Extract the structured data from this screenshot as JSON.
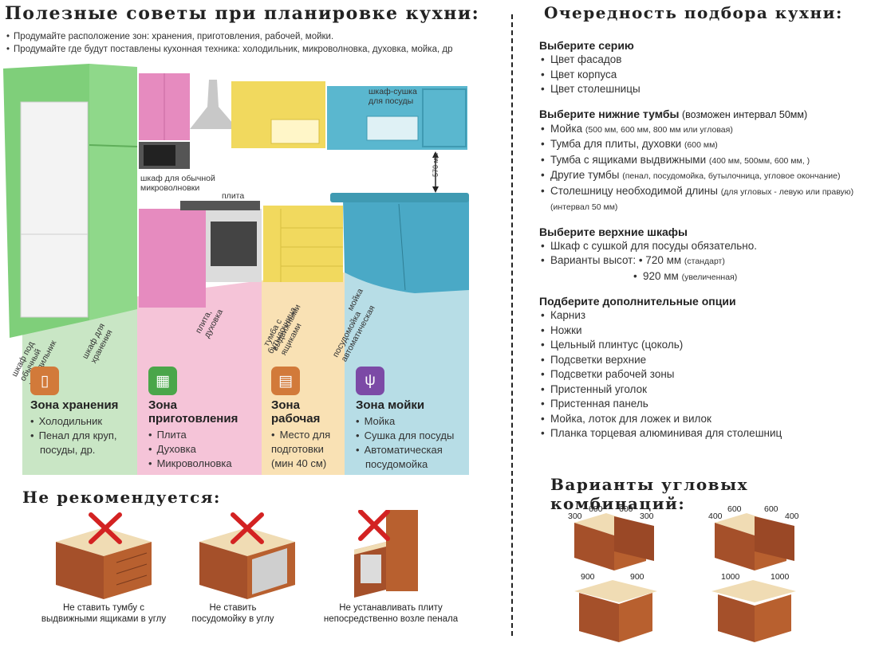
{
  "left": {
    "title": "Полезные советы при планировке кухни:",
    "tips": [
      "Продумайте расположение зон:  хранения,  приготовления,  рабочей,  мойки.",
      "Продумайте где будут поставлены кухонная техника:  холодильник,  микроволновка,  духовка, мойка, др"
    ],
    "labels": {
      "dryer": "шкаф-сушка\nдля посуды",
      "microwave": "шкаф для обычной\nмикроволновки",
      "stove": "плита",
      "height": "570 мм",
      "fridge_cab": "шкаф под\nобычный\nхолодильник",
      "storage_cab": "шкаф для\nхранения",
      "oven": "плита,\nдуховка",
      "bottle": "бутылочница",
      "drawers": "тумба с\nвыдвижными\nящиками",
      "sink": "мойка",
      "dishwasher": "посудомойка\nавтоматическая"
    },
    "zones": [
      {
        "title": "Зона хранения",
        "items": [
          "Холодильник",
          "Пенал для круп,"
        ],
        "cont": "посуды, др.",
        "color": "#c9e6c5",
        "icon_color": "#d27a3a"
      },
      {
        "title": "Зона приготовления",
        "items": [
          "Плита",
          "Духовка",
          "Микроволновка"
        ],
        "cont": "",
        "color": "#f5c4d8",
        "icon_color": "#4aa64a"
      },
      {
        "title": "Зона рабочая",
        "items": [
          "Место для"
        ],
        "cont": "подготовки (мин 40 см)",
        "color": "#f9e1b4",
        "icon_color": "#d27a3a"
      },
      {
        "title": "Зона мойки",
        "items": [
          "Мойка",
          "Сушка для посуды",
          "Автоматическая"
        ],
        "cont": "посудомойка",
        "color": "#b7dde6",
        "icon_color": "#7c4aa6"
      }
    ],
    "not_recommended": {
      "title": "Не  рекомендуется:",
      "items": [
        "Не ставить тумбу с\nвыдвижными ящиками в углу",
        "Не ставить\nпосудомойку в углу",
        "Не устанавливать плиту\nнепосредственно возле пенала"
      ]
    }
  },
  "right": {
    "title": "Очередность  подбора  кухни:",
    "sections": [
      {
        "heading": "Выберите серию",
        "note": "",
        "items": [
          {
            "text": "Цвет фасадов",
            "small": ""
          },
          {
            "text": "Цвет корпуса",
            "small": ""
          },
          {
            "text": "Цвет столешницы",
            "small": ""
          }
        ]
      },
      {
        "heading": "Выберите нижние тумбы",
        "note": " (возможен интервал 50мм)",
        "items": [
          {
            "text": "Мойка ",
            "small": "(500 мм, 600 мм, 800 мм или угловая)"
          },
          {
            "text": "Тумба для плиты, духовки ",
            "small": "(600 мм)"
          },
          {
            "text": "Тумба с ящиками выдвижными ",
            "small": " (400 мм, 500мм, 600 мм, )"
          },
          {
            "text": "Другие тумбы ",
            "small": "(пенал, посудомойка, бутылочница, угловое окончание)"
          },
          {
            "text": "Столешницу необходимой длины ",
            "small": "(для угловых - левую или правую)"
          }
        ],
        "tail": "(интервал 50 мм)"
      },
      {
        "heading": "Выберите верхние шкафы",
        "note": "",
        "items": [
          {
            "text": "Шкаф с сушкой для посуды обязательно.",
            "small": ""
          },
          {
            "text": "Варианты высот:  •  720 мм ",
            "small": "(стандарт)"
          }
        ],
        "sub": {
          "text": "920 мм ",
          "small": "(увеличенная)"
        }
      },
      {
        "heading": "Подберите дополнительные опции",
        "note": "",
        "items": [
          {
            "text": "Карниз",
            "small": ""
          },
          {
            "text": "Ножки",
            "small": ""
          },
          {
            "text": "Цельный плинтус (цоколь)",
            "small": ""
          },
          {
            "text": "Подсветки верхние",
            "small": ""
          },
          {
            "text": "Подсветки рабочей зоны",
            "small": ""
          },
          {
            "text": "Пристенный уголок",
            "small": ""
          },
          {
            "text": "Пристенная панель",
            "small": ""
          },
          {
            "text": "Мойка, лоток для ложек и вилок",
            "small": ""
          },
          {
            "text": "Планка торцевая алюминивая для столешниц",
            "small": ""
          }
        ]
      }
    ],
    "corner": {
      "title": "Варианты  угловых  комбинаций:",
      "dims": [
        {
          "a": "300",
          "b": "600",
          "c": "600",
          "d": "300"
        },
        {
          "a": "400",
          "b": "600",
          "c": "600",
          "d": "400"
        }
      ],
      "big": [
        "900",
        "900",
        "1000",
        "1000"
      ]
    }
  }
}
